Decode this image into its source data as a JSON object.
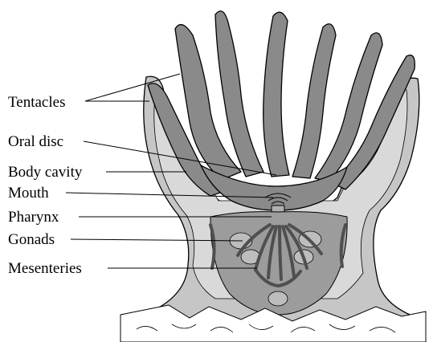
{
  "labels": {
    "tentacles": "Tentacles",
    "oral_disc": "Oral disc",
    "body_cavity": "Body cavity",
    "mouth": "Mouth",
    "pharynx": "Pharynx",
    "gonads": "Gonads",
    "mesenteries": "Mesenteries"
  },
  "colors": {
    "tentacle": "#8a8a8a",
    "body_wall": "#c6c6c6",
    "body_cavity": "#d9d9d9",
    "gut": "#9c9c9c",
    "mesentery": "#4f4f4f",
    "gonad": "#bdbdbd",
    "substrate": "#ffffff"
  }
}
